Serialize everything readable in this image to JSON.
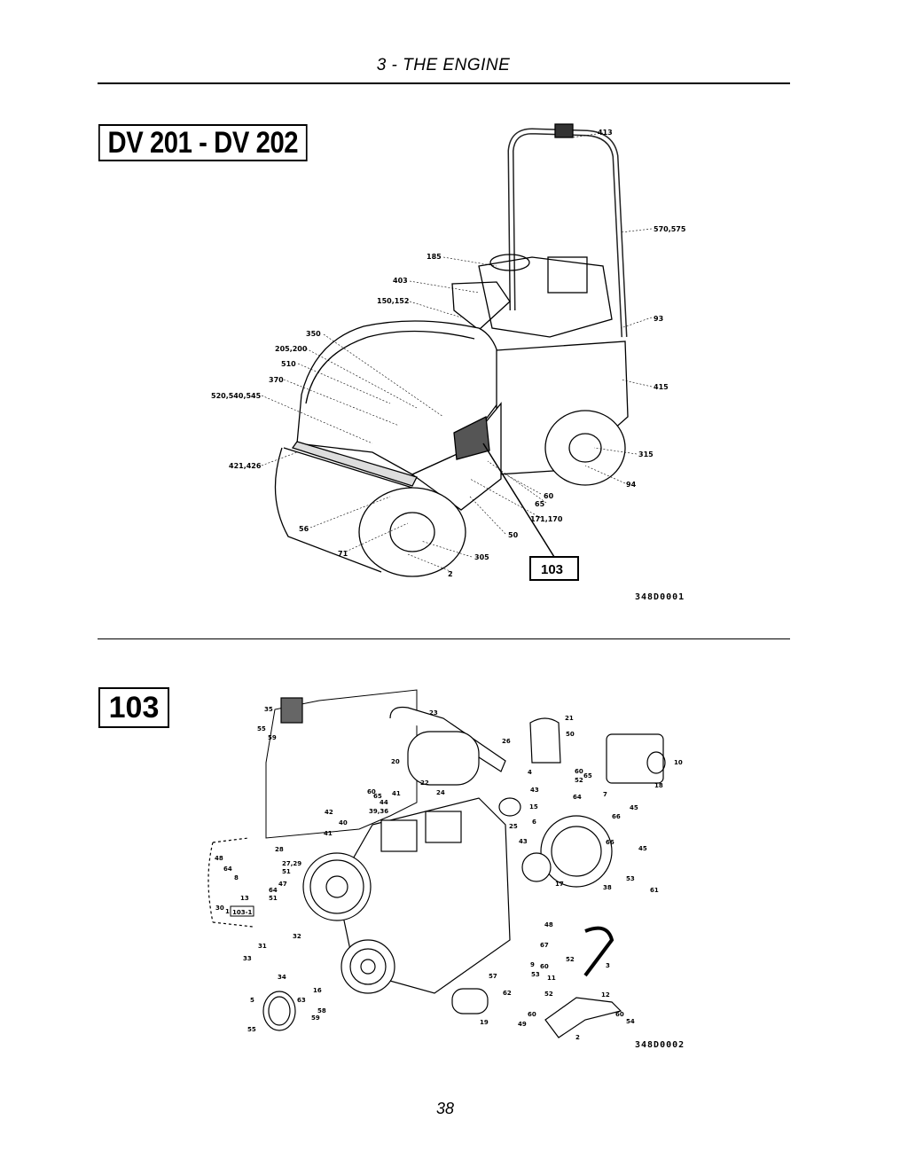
{
  "header": {
    "title": "3 - THE ENGINE"
  },
  "figure1": {
    "model_title": "DV 201 - DV 202",
    "drawing_id": "348D0001",
    "ref_box": "103",
    "callouts": [
      "413",
      "570,575",
      "185",
      "403",
      "150,152",
      "93",
      "350",
      "205,200",
      "510",
      "370",
      "415",
      "520,540,545",
      "315",
      "421,426",
      "94",
      "60",
      "65",
      "171,170",
      "56",
      "50",
      "71",
      "305",
      "2"
    ]
  },
  "figure2": {
    "section_title": "103",
    "drawing_id": "348D0002",
    "sub_ref": "103-1",
    "callouts": [
      "35",
      "55",
      "59",
      "23",
      "21",
      "50",
      "26",
      "20",
      "22",
      "4",
      "60",
      "52",
      "65",
      "10",
      "18",
      "60",
      "65",
      "44",
      "41",
      "24",
      "43",
      "64",
      "7",
      "45",
      "42",
      "39,36",
      "15",
      "66",
      "40",
      "25",
      "6",
      "41",
      "43",
      "66",
      "45",
      "28",
      "27,29",
      "51",
      "48",
      "64",
      "8",
      "47",
      "64",
      "51",
      "13",
      "53",
      "61",
      "38",
      "30",
      "1",
      "17",
      "48",
      "32",
      "31",
      "67",
      "33",
      "52",
      "9",
      "60",
      "3",
      "34",
      "53",
      "11",
      "57",
      "62",
      "16",
      "63",
      "58",
      "59",
      "12",
      "52",
      "5",
      "60",
      "54",
      "60",
      "49",
      "2",
      "19",
      "55"
    ]
  },
  "footer": {
    "page_number": "38"
  }
}
